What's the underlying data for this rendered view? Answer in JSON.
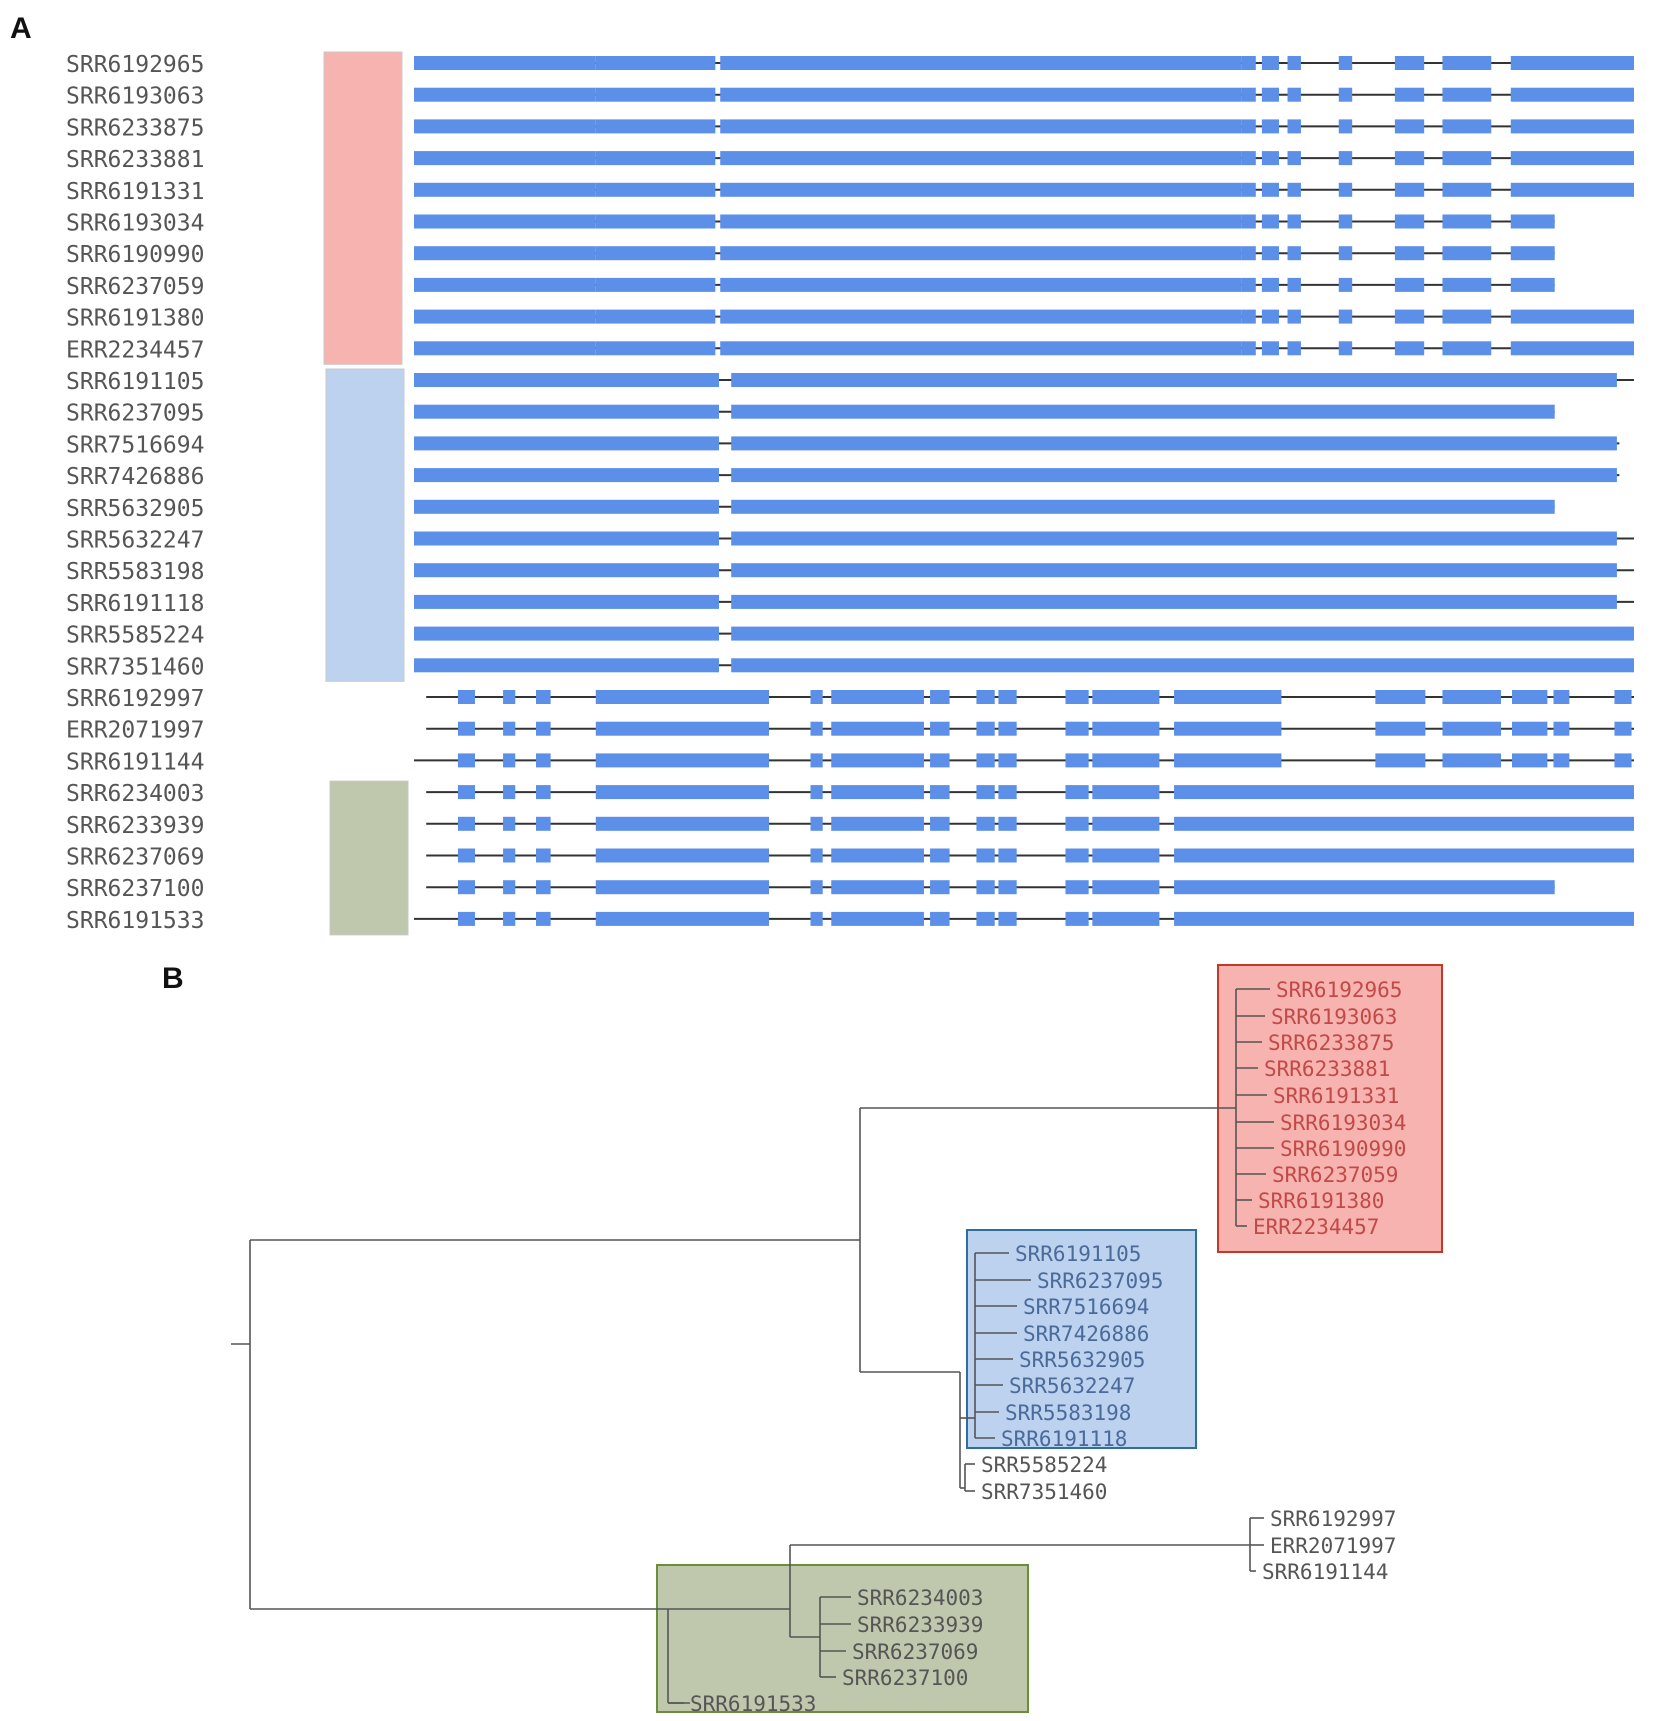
{
  "panels": {
    "a": "A",
    "b": "B"
  },
  "colors": {
    "exon": "#5b8fe8",
    "intron": "#333333",
    "group_red_fill": "#f7b3b0",
    "group_red_border": "#c0392b",
    "group_blue_fill": "#bcd2ef",
    "group_blue_border": "#2f6f9e",
    "group_green_fill": "#bfc8ad",
    "group_green_border": "#6b8e3a",
    "tree_line": "#555555",
    "red_text": "#c04a48",
    "blue_text": "#4a6a9a",
    "green_text": "#555555",
    "plain_text": "#555555"
  },
  "isoform_structures": [
    {
      "name": "full_A",
      "intron_span": [
        0.0,
        1.0
      ],
      "exons": [
        [
          0.0,
          0.149
        ],
        [
          0.149,
          0.247
        ],
        [
          0.251,
          0.678
        ],
        [
          0.678,
          0.69
        ],
        [
          0.695,
          0.709
        ],
        [
          0.716,
          0.727
        ],
        [
          0.758,
          0.769
        ],
        [
          0.804,
          0.828
        ],
        [
          0.843,
          0.883
        ],
        [
          0.899,
          1.0
        ]
      ]
    },
    {
      "name": "short_A",
      "intron_span": [
        0.0,
        0.935
      ],
      "exons": [
        [
          0.0,
          0.149
        ],
        [
          0.149,
          0.247
        ],
        [
          0.251,
          0.678
        ],
        [
          0.678,
          0.69
        ],
        [
          0.695,
          0.709
        ],
        [
          0.716,
          0.727
        ],
        [
          0.758,
          0.769
        ],
        [
          0.804,
          0.828
        ],
        [
          0.843,
          0.883
        ],
        [
          0.899,
          0.935
        ]
      ]
    },
    {
      "name": "B_long_tail",
      "intron_span": [
        0.0,
        1.0
      ],
      "exons": [
        [
          0.0,
          0.25
        ],
        [
          0.26,
          0.986
        ]
      ]
    },
    {
      "name": "B_short",
      "intron_span": [
        0.0,
        0.935
      ],
      "exons": [
        [
          0.0,
          0.25
        ],
        [
          0.26,
          0.935
        ]
      ]
    },
    {
      "name": "B_mid",
      "intron_span": [
        0.0,
        0.988
      ],
      "exons": [
        [
          0.0,
          0.25
        ],
        [
          0.26,
          0.986
        ]
      ]
    },
    {
      "name": "B_full",
      "intron_span": [
        0.0,
        1.0
      ],
      "exons": [
        [
          0.0,
          0.25
        ],
        [
          0.26,
          1.0
        ]
      ]
    },
    {
      "name": "C_variant",
      "intron_span": [
        0.01,
        1.0
      ],
      "exons": [
        [
          0.036,
          0.05
        ],
        [
          0.073,
          0.083
        ],
        [
          0.1,
          0.112
        ],
        [
          0.149,
          0.291
        ],
        [
          0.325,
          0.335
        ],
        [
          0.342,
          0.418
        ],
        [
          0.423,
          0.439
        ],
        [
          0.461,
          0.476
        ],
        [
          0.479,
          0.494
        ],
        [
          0.534,
          0.553
        ],
        [
          0.556,
          0.611
        ],
        [
          0.623,
          0.711
        ],
        [
          0.788,
          0.829
        ],
        [
          0.843,
          0.891
        ],
        [
          0.9,
          0.929
        ],
        [
          0.934,
          0.947
        ],
        [
          0.984,
          0.998
        ]
      ]
    },
    {
      "name": "C_variant_b",
      "intron_span": [
        0.0,
        1.0
      ],
      "exons": [
        [
          0.036,
          0.05
        ],
        [
          0.073,
          0.083
        ],
        [
          0.1,
          0.112
        ],
        [
          0.149,
          0.291
        ],
        [
          0.325,
          0.335
        ],
        [
          0.342,
          0.418
        ],
        [
          0.423,
          0.439
        ],
        [
          0.461,
          0.476
        ],
        [
          0.479,
          0.494
        ],
        [
          0.534,
          0.553
        ],
        [
          0.556,
          0.611
        ],
        [
          0.623,
          0.711
        ],
        [
          0.788,
          0.829
        ],
        [
          0.843,
          0.891
        ],
        [
          0.9,
          0.929
        ],
        [
          0.934,
          0.947
        ],
        [
          0.984,
          0.998
        ]
      ]
    },
    {
      "name": "D_full",
      "intron_span": [
        0.01,
        1.0
      ],
      "exons": [
        [
          0.036,
          0.05
        ],
        [
          0.073,
          0.083
        ],
        [
          0.1,
          0.112
        ],
        [
          0.149,
          0.291
        ],
        [
          0.325,
          0.335
        ],
        [
          0.342,
          0.418
        ],
        [
          0.423,
          0.439
        ],
        [
          0.461,
          0.476
        ],
        [
          0.479,
          0.494
        ],
        [
          0.534,
          0.553
        ],
        [
          0.556,
          0.611
        ],
        [
          0.623,
          1.0
        ]
      ]
    },
    {
      "name": "D_short",
      "intron_span": [
        0.01,
        0.935
      ],
      "exons": [
        [
          0.036,
          0.05
        ],
        [
          0.073,
          0.083
        ],
        [
          0.1,
          0.112
        ],
        [
          0.149,
          0.291
        ],
        [
          0.325,
          0.335
        ],
        [
          0.342,
          0.418
        ],
        [
          0.423,
          0.439
        ],
        [
          0.461,
          0.476
        ],
        [
          0.479,
          0.494
        ],
        [
          0.534,
          0.553
        ],
        [
          0.556,
          0.611
        ],
        [
          0.623,
          0.935
        ]
      ]
    },
    {
      "name": "D_first",
      "intron_span": [
        0.0,
        1.0
      ],
      "exons": [
        [
          0.036,
          0.05
        ],
        [
          0.073,
          0.083
        ],
        [
          0.1,
          0.112
        ],
        [
          0.149,
          0.291
        ],
        [
          0.325,
          0.335
        ],
        [
          0.342,
          0.418
        ],
        [
          0.423,
          0.439
        ],
        [
          0.461,
          0.476
        ],
        [
          0.479,
          0.494
        ],
        [
          0.534,
          0.553
        ],
        [
          0.556,
          0.611
        ],
        [
          0.623,
          1.0
        ]
      ]
    }
  ],
  "samples": [
    {
      "id": "SRR6192965",
      "structure": "full_A"
    },
    {
      "id": "SRR6193063",
      "structure": "full_A"
    },
    {
      "id": "SRR6233875",
      "structure": "full_A"
    },
    {
      "id": "SRR6233881",
      "structure": "full_A"
    },
    {
      "id": "SRR6191331",
      "structure": "full_A"
    },
    {
      "id": "SRR6193034",
      "structure": "short_A"
    },
    {
      "id": "SRR6190990",
      "structure": "short_A"
    },
    {
      "id": "SRR6237059",
      "structure": "short_A"
    },
    {
      "id": "SRR6191380",
      "structure": "full_A"
    },
    {
      "id": "ERR2234457",
      "structure": "full_A"
    },
    {
      "id": "SRR6191105",
      "structure": "B_long_tail"
    },
    {
      "id": "SRR6237095",
      "structure": "B_short"
    },
    {
      "id": "SRR7516694",
      "structure": "B_mid"
    },
    {
      "id": "SRR7426886",
      "structure": "B_mid"
    },
    {
      "id": "SRR5632905",
      "structure": "B_short"
    },
    {
      "id": "SRR5632247",
      "structure": "B_long_tail"
    },
    {
      "id": "SRR5583198",
      "structure": "B_long_tail"
    },
    {
      "id": "SRR6191118",
      "structure": "B_long_tail"
    },
    {
      "id": "SRR5585224",
      "structure": "B_full"
    },
    {
      "id": "SRR7351460",
      "structure": "B_full"
    },
    {
      "id": "SRR6192997",
      "structure": "C_variant"
    },
    {
      "id": "ERR2071997",
      "structure": "C_variant"
    },
    {
      "id": "SRR6191144",
      "structure": "C_variant_b"
    },
    {
      "id": "SRR6234003",
      "structure": "D_full"
    },
    {
      "id": "SRR6233939",
      "structure": "D_full"
    },
    {
      "id": "SRR6237069",
      "structure": "D_full"
    },
    {
      "id": "SRR6237100",
      "structure": "D_short"
    },
    {
      "id": "SRR6191533",
      "structure": "D_first"
    }
  ],
  "group_bars": [
    {
      "group": "red",
      "first_row": 0,
      "last_row": 9
    },
    {
      "group": "blue",
      "first_row": 10,
      "last_row": 19
    },
    {
      "group": "green",
      "first_row": 23,
      "last_row": 27
    }
  ],
  "tree": {
    "red_clade": [
      "SRR6192965",
      "SRR6193063",
      "SRR6233875",
      "SRR6233881",
      "SRR6191331",
      "SRR6193034",
      "SRR6190990",
      "SRR6237059",
      "SRR6191380",
      "ERR2234457"
    ],
    "blue_clade": [
      "SRR6191105",
      "SRR6237095",
      "SRR7516694",
      "SRR7426886",
      "SRR5632905",
      "SRR5632247",
      "SRR5583198",
      "SRR6191118"
    ],
    "blue_outgroup": [
      "SRR5585224",
      "SRR7351460"
    ],
    "c_clade": [
      "SRR6192997",
      "ERR2071997",
      "SRR6191144"
    ],
    "green_clade": [
      "SRR6234003",
      "SRR6233939",
      "SRR6237069",
      "SRR6237100",
      "SRR6191533"
    ]
  }
}
